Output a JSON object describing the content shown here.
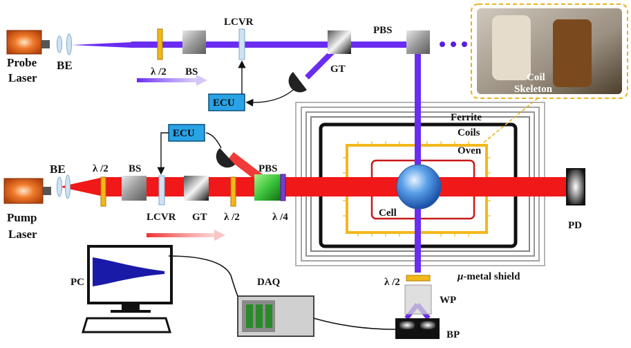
{
  "labels": {
    "probe_laser_line1": "Probe",
    "probe_laser_line2": "Laser",
    "be_top": "BE",
    "halfwave_top": "λ /2",
    "bs_top": "BS",
    "lcvr_top": "LCVR",
    "gt_top": "GT",
    "pbs_top": "PBS",
    "ecu_top": "ECU",
    "ecu_bottom": "ECU",
    "coil_line1": "Coil",
    "coil_line2": "Skeleton",
    "ferrite": "Ferrite",
    "coils": "Coils",
    "oven": "Oven",
    "cell": "Cell",
    "be_bottom": "BE",
    "halfwave_pump1": "λ /2",
    "bs_bottom": "BS",
    "pbs_bottom": "PBS",
    "pump_laser_line1": "Pump",
    "pump_laser_line2": "Laser",
    "lcvr_bottom": "LCVR",
    "gt_bottom": "GT",
    "halfwave_pump2": "λ /2",
    "quarterwave": "λ /4",
    "pd": "PD",
    "pc": "PC",
    "daq": "DAQ",
    "mu_metal_prefix": "μ",
    "mu_metal_suffix": "-metal shield",
    "halfwave_lower": "λ /2",
    "wp": "WP",
    "bp": "BP"
  },
  "colors": {
    "probe_beam": "#6a2cf0",
    "pump_beam": "#f01818",
    "laser_body": "#e8641a",
    "ecu_fill": "#29a3e6",
    "oven": "#f2b81a",
    "coils": "#111111",
    "cell_inner": "#c81818",
    "shield": "#9a9a9a",
    "photo_border": "#e8b21c"
  }
}
